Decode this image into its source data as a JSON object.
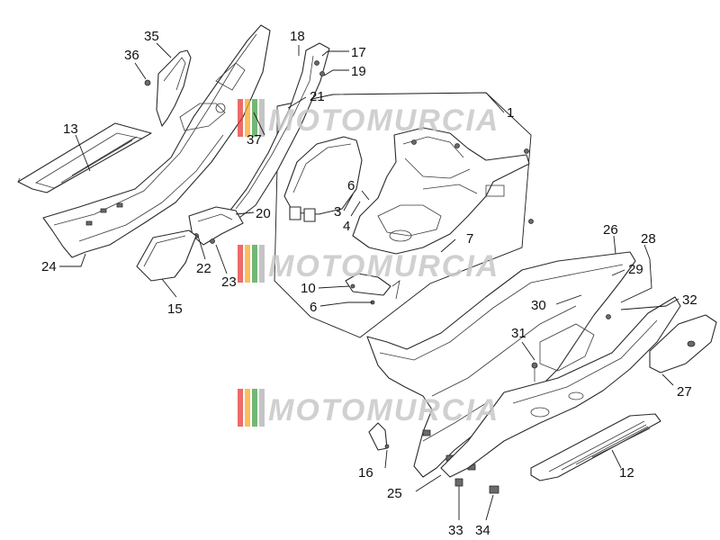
{
  "watermark": {
    "text": "MOTOMURCIA",
    "stripe_colors": [
      "#e53935",
      "#f9a825",
      "#43a047",
      "#b0b0b0"
    ]
  },
  "callouts": [
    {
      "id": "c1",
      "label": "1"
    },
    {
      "id": "c3",
      "label": "3"
    },
    {
      "id": "c4",
      "label": "4"
    },
    {
      "id": "c6a",
      "label": "6"
    },
    {
      "id": "c6b",
      "label": "6"
    },
    {
      "id": "c7",
      "label": "7"
    },
    {
      "id": "c10",
      "label": "10"
    },
    {
      "id": "c12",
      "label": "12"
    },
    {
      "id": "c13",
      "label": "13"
    },
    {
      "id": "c15",
      "label": "15"
    },
    {
      "id": "c16",
      "label": "16"
    },
    {
      "id": "c17",
      "label": "17"
    },
    {
      "id": "c18",
      "label": "18"
    },
    {
      "id": "c19",
      "label": "19"
    },
    {
      "id": "c20",
      "label": "20"
    },
    {
      "id": "c21",
      "label": "21"
    },
    {
      "id": "c22",
      "label": "22"
    },
    {
      "id": "c23",
      "label": "23"
    },
    {
      "id": "c24",
      "label": "24"
    },
    {
      "id": "c25",
      "label": "25"
    },
    {
      "id": "c26",
      "label": "26"
    },
    {
      "id": "c27",
      "label": "27"
    },
    {
      "id": "c28",
      "label": "28"
    },
    {
      "id": "c29",
      "label": "29"
    },
    {
      "id": "c30",
      "label": "30"
    },
    {
      "id": "c31",
      "label": "31"
    },
    {
      "id": "c32",
      "label": "32"
    },
    {
      "id": "c33",
      "label": "33"
    },
    {
      "id": "c34",
      "label": "34"
    },
    {
      "id": "c35",
      "label": "35"
    },
    {
      "id": "c36",
      "label": "36"
    },
    {
      "id": "c37",
      "label": "37"
    }
  ]
}
